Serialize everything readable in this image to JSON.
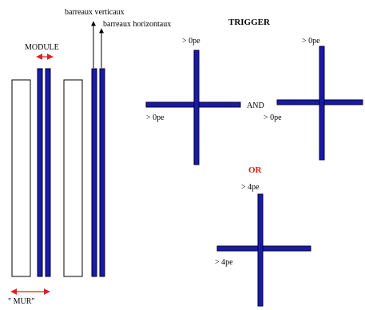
{
  "labels": {
    "module": "MODULE",
    "vertical_bars": "barreaux verticaux",
    "horizontal_bars": "barreaux horizontaux",
    "wall": "\" MUR\"",
    "trigger": "TRIGGER",
    "and": "AND",
    "or": "OR",
    "thr_top_left_v": "> 0pe",
    "thr_top_left_h": "> 0pe",
    "thr_top_right_v": "> 0pe",
    "thr_top_right_h": "> 0pe",
    "thr_bottom_v": "> 4pe",
    "thr_bottom_h": "> 4pe"
  },
  "colors": {
    "bar_fill": "#1a1aa8",
    "bar_stroke": "#000033",
    "arrow_red": "#e02020",
    "or_red": "#d42020",
    "line": "#000000"
  }
}
